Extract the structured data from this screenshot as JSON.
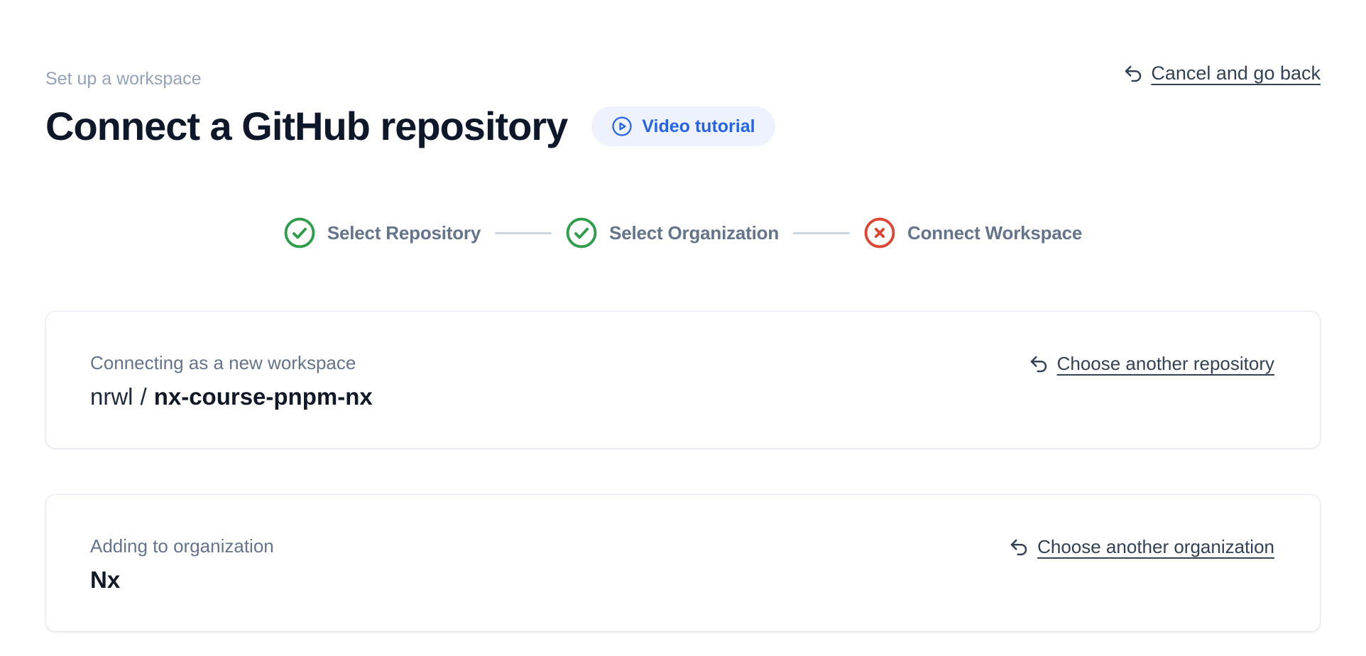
{
  "header": {
    "eyebrow": "Set up a workspace",
    "title": "Connect a GitHub repository",
    "video_tutorial_label": "Video tutorial",
    "cancel_link_label": "Cancel and go back"
  },
  "stepper": {
    "steps": [
      {
        "label": "Select Repository",
        "status": "complete"
      },
      {
        "label": "Select Organization",
        "status": "complete"
      },
      {
        "label": "Connect Workspace",
        "status": "error"
      }
    ]
  },
  "repository_card": {
    "label": "Connecting as a new workspace",
    "owner": "nrwl",
    "separator": "/",
    "repo_name": "nx-course-pnpm-nx",
    "action_label": "Choose another repository"
  },
  "organization_card": {
    "label": "Adding to organization",
    "org_name": "Nx",
    "action_label": "Choose another organization"
  },
  "colors": {
    "accent_blue": "#2563eb",
    "video_pill_bg": "#eef2ff",
    "success_green": "#2f9e4c",
    "error_red": "#dd4632",
    "link_slate": "#334155",
    "muted_gray": "#64748b",
    "eyebrow_gray": "#94a3b8",
    "heading_navy": "#0f172a",
    "card_border": "#e2e8f0",
    "connector_gray": "#cbd5e1"
  }
}
